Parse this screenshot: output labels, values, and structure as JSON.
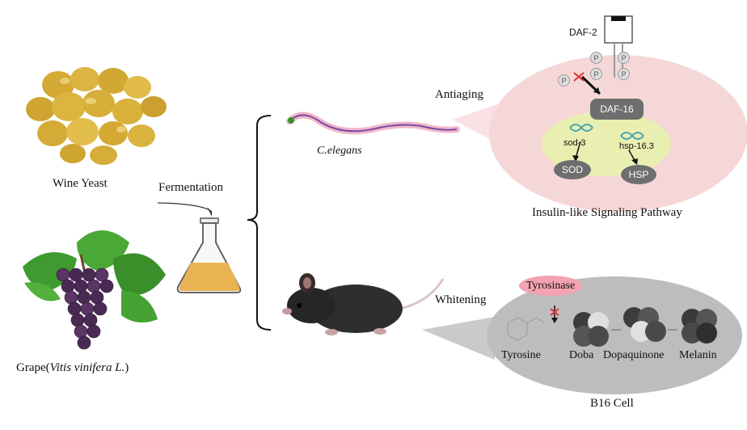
{
  "labels": {
    "wine_yeast": "Wine Yeast",
    "fermentation": "Fermentation",
    "grape_prefix": "Grape",
    "grape_paren_open": "(",
    "grape_species": "Vitis vinifera L.",
    "grape_paren_close": ")",
    "c_elegans": "C.elegans",
    "antiaging": "Antiaging",
    "whitening": "Whitening",
    "insulin_pathway": "Insulin-like Signaling Pathway",
    "b16_cell": "B16 Cell"
  },
  "insulin_panel": {
    "receptor": "DAF-2",
    "phospho": "P",
    "daf16": "DAF-16",
    "sod3": "sod-3",
    "hsp163": "hsp-16.3",
    "sod": "SOD",
    "hsp": "HSP"
  },
  "b16_panel": {
    "enzyme": "Tyrosinase",
    "steps": [
      "Tyrosine",
      "Doba",
      "Dopaquinone",
      "Melanin"
    ]
  },
  "colors": {
    "yeast": "#d9b13a",
    "grape": "#4a2a55",
    "leaf": "#3f9a2f",
    "cell_pink": "#f6d7d7",
    "nucleus": "#e9efb0",
    "b16_gray": "#bdbdbd",
    "tyrosinase": "#f3a3b0"
  }
}
